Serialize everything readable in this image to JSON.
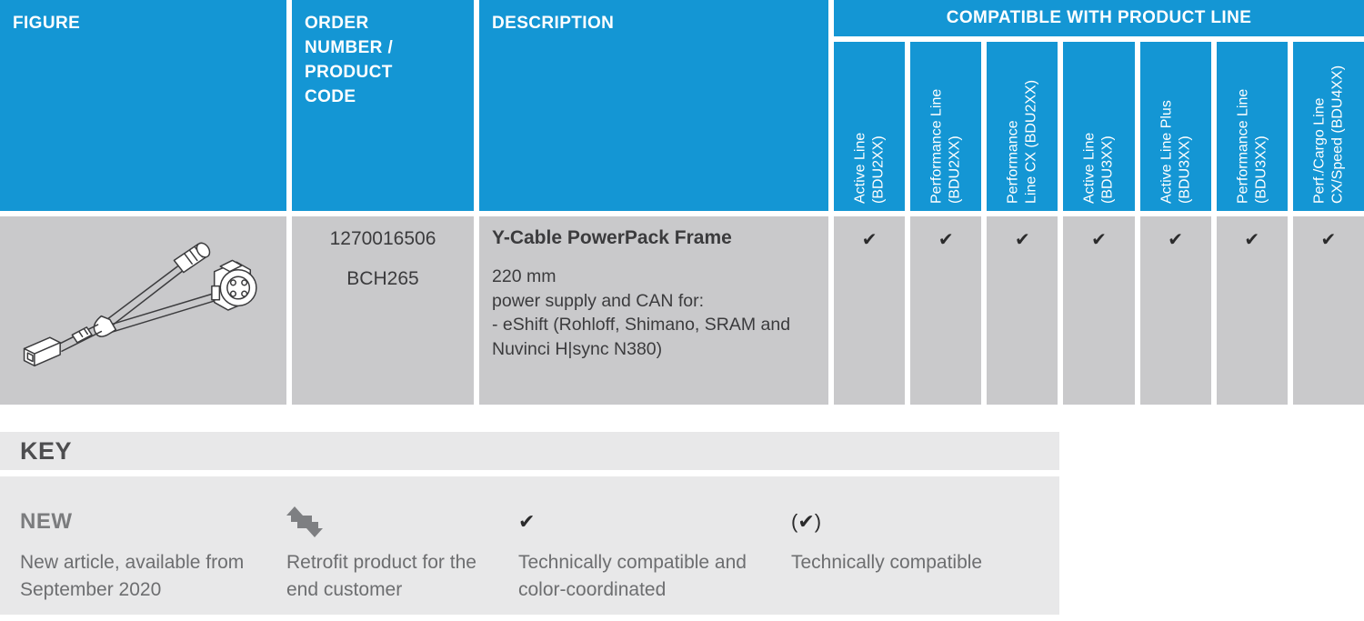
{
  "table": {
    "headers": {
      "figure": "FIGURE",
      "order": "ORDER\nNUMBER /\nPRODUCT\nCODE",
      "description": "DESCRIPTION",
      "compat_group": "COMPATIBLE WITH PRODUCT LINE"
    },
    "compat_columns": [
      "Active Line\n(BDU2XX)",
      "Performance Line\n(BDU2XX)",
      "Performance\nLine CX (BDU2XX)",
      "Active Line\n(BDU3XX)",
      "Active Line Plus\n(BDU3XX)",
      "Performance Line\n(BDU3XX)",
      "Perf./Cargo Line\nCX/Speed (BDU4XX)"
    ],
    "row": {
      "figure": "y-cable-line-drawing",
      "order_number": "1270016506",
      "product_code": "BCH265",
      "description_title": "Y-Cable PowerPack Frame",
      "description_body": "220 mm\npower supply and CAN for:\n- eShift (Rohloff, Shimano, SRAM and\nNuvinci H|sync N380)",
      "compat": [
        "✔",
        "✔",
        "✔",
        "✔",
        "✔",
        "✔",
        "✔"
      ]
    }
  },
  "key": {
    "title": "KEY",
    "items": [
      {
        "symbol": "NEW",
        "description": "New article, available from September 2020"
      },
      {
        "symbol": "retrofit-icon",
        "description": "Retrofit product for the end customer"
      },
      {
        "symbol": "✔",
        "description": "Technically compatible and color-coordinated"
      },
      {
        "symbol": "(✔)",
        "description": "Technically compatible"
      }
    ]
  },
  "colors": {
    "header_blue": "#1496D4",
    "row_gray": "#C9C9CB",
    "key_gray": "#E8E8E9",
    "text_dark": "#3B3B3D",
    "text_key": "#6D6E70",
    "icon_gray": "#7E7F82"
  }
}
